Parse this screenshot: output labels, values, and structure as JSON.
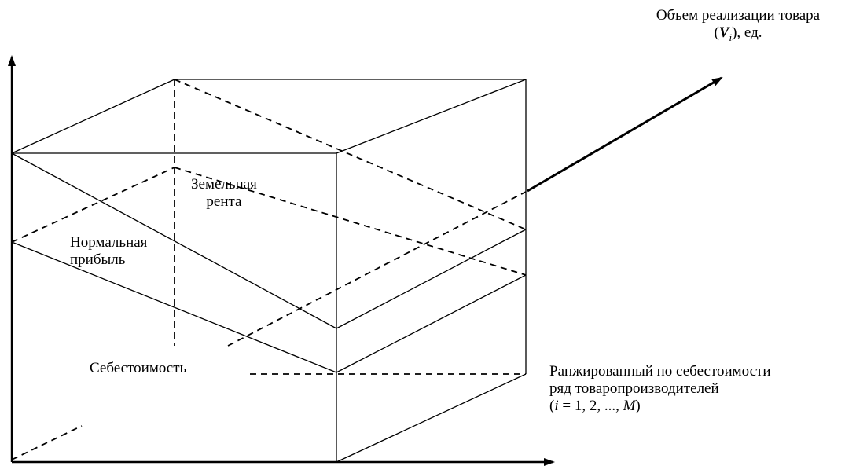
{
  "labels": {
    "volume_line1": "Объем реализации товара",
    "volume_line2_open": "(",
    "volume_var": "V",
    "volume_sub": "i",
    "volume_line2_rest": "), ед.",
    "land_rent_line1": "Земельная",
    "land_rent_line2": "рента",
    "normal_profit_line1": "Нормальная",
    "normal_profit_line2": "прибыль",
    "cost": "Себестоимость",
    "ranked_line1": "Ранжированный по себестоимости",
    "ranked_line2": "ряд товаропроизводителей",
    "ranked_line3_open": "(",
    "ranked_var": "i",
    "ranked_line3_mid": " = 1, 2, ..., ",
    "ranked_M": "M",
    "ranked_line3_close": ")"
  }
}
